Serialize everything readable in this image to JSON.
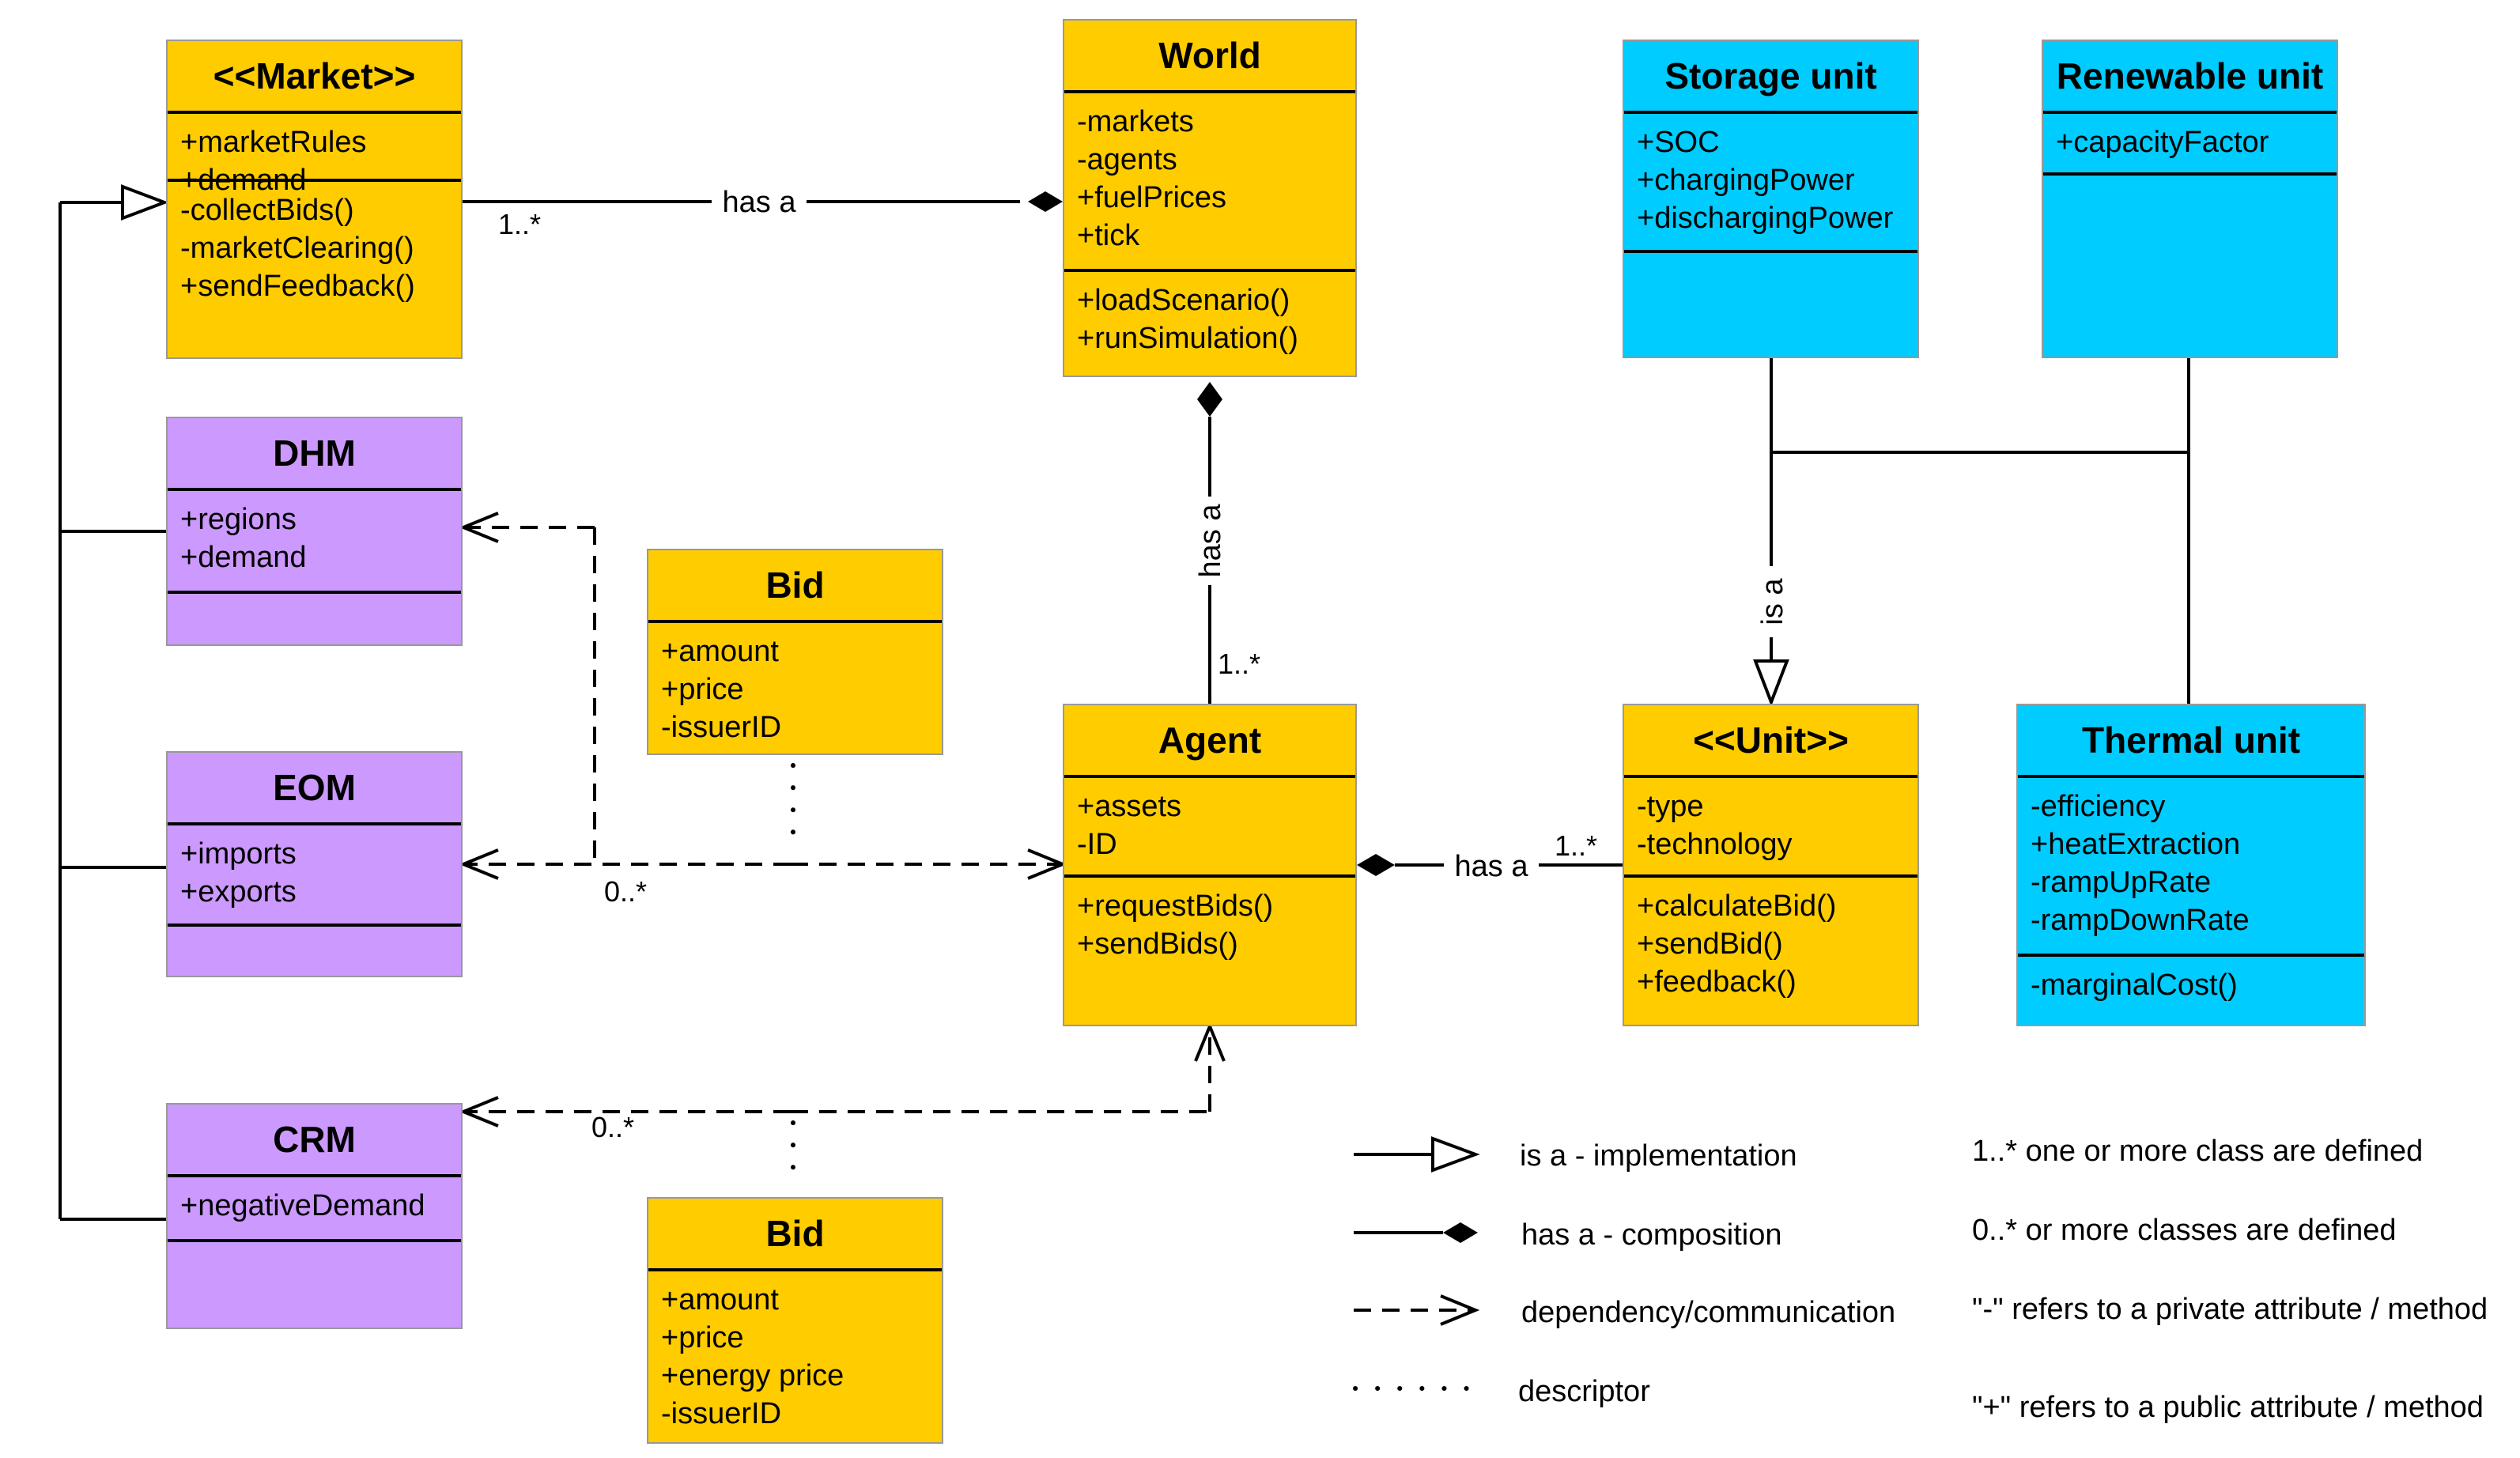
{
  "classes": {
    "market": {
      "name": "<<Market>>",
      "attrs": [
        "+marketRules",
        "+demand"
      ],
      "methods": [
        "-collectBids()",
        "-marketClearing()",
        "+sendFeedback()"
      ]
    },
    "world": {
      "name": "World",
      "attrs": [
        "-markets",
        "-agents",
        "+fuelPrices",
        "+tick"
      ],
      "methods": [
        "+loadScenario()",
        "+runSimulation()"
      ]
    },
    "storage": {
      "name": "Storage unit",
      "attrs": [
        "+SOC",
        "+chargingPower",
        "+dischargingPower"
      ],
      "methods": []
    },
    "renewable": {
      "name": "Renewable unit",
      "attrs": [
        "+capacityFactor"
      ],
      "methods": []
    },
    "dhm": {
      "name": "DHM",
      "attrs": [
        "+regions",
        "+demand"
      ],
      "methods": []
    },
    "bid_top": {
      "name": "Bid",
      "attrs": [
        "+amount",
        "+price",
        "-issuerID"
      ]
    },
    "agent": {
      "name": "Agent",
      "attrs": [
        "+assets",
        "-ID"
      ],
      "methods": [
        "+requestBids()",
        "+sendBids()"
      ]
    },
    "unit": {
      "name": "<<Unit>>",
      "attrs": [
        "-type",
        "-technology"
      ],
      "methods": [
        "+calculateBid()",
        "+sendBid()",
        "+feedback()"
      ]
    },
    "thermal": {
      "name": "Thermal unit",
      "attrs": [
        "-efficiency",
        "+heatExtraction",
        "-rampUpRate",
        "-rampDownRate"
      ],
      "methods": [
        "-marginalCost()"
      ]
    },
    "eom": {
      "name": "EOM",
      "attrs": [
        "+imports",
        "+exports"
      ],
      "methods": []
    },
    "crm": {
      "name": "CRM",
      "attrs": [
        "+negativeDemand"
      ],
      "methods": []
    },
    "bid_bottom": {
      "name": "Bid",
      "attrs": [
        "+amount",
        "+price",
        "+energy price",
        "-issuerID"
      ]
    }
  },
  "connectors": {
    "market_world_label": "has a",
    "market_world_mult": "1..*",
    "world_agent_label": "has a",
    "world_agent_mult": "1..*",
    "agent_unit_label": "has a",
    "agent_unit_mult": "1..*",
    "unit_isa_label": "is a",
    "eom_mult": "0..*",
    "crm_mult": "0..*"
  },
  "legend": {
    "isa": "is a - implementation",
    "hasa": "has a - composition",
    "dependency": "dependency/communication",
    "descriptor": "descriptor",
    "note1": "1..* one or more class are defined",
    "note2": "0..* or more classes are defined",
    "note3": "\"-\" refers to a private attribute / method",
    "note4": "\"+\" refers to a public attribute / method"
  },
  "colors": {
    "core_class": "#ffcc00",
    "market_class": "#cc99ff",
    "unit_class": "#00ccff"
  }
}
